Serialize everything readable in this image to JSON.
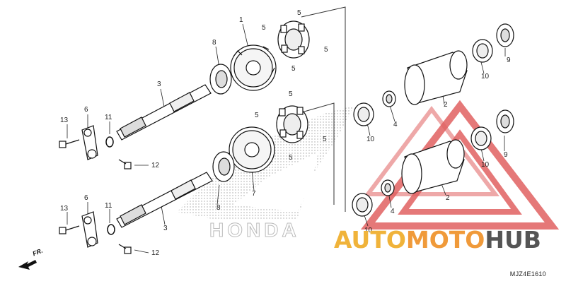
{
  "diagram": {
    "code": "MJZ4E1610",
    "direction_label": "FR.",
    "watermark_text": "HONDA",
    "brand": {
      "part1": "AUTO",
      "part2": "MOTO",
      "part3": "HUB"
    },
    "callouts": [
      {
        "id": "c1",
        "text": "1"
      },
      {
        "id": "c5a",
        "text": "5"
      },
      {
        "id": "c5b",
        "text": "5"
      },
      {
        "id": "c5c",
        "text": "5"
      },
      {
        "id": "c5d",
        "text": "5"
      },
      {
        "id": "c8a",
        "text": "8"
      },
      {
        "id": "c3a",
        "text": "3"
      },
      {
        "id": "c6a",
        "text": "6"
      },
      {
        "id": "c11a",
        "text": "11"
      },
      {
        "id": "c13a",
        "text": "13"
      },
      {
        "id": "c12a",
        "text": "12"
      },
      {
        "id": "c5e",
        "text": "5"
      },
      {
        "id": "c5f",
        "text": "5"
      },
      {
        "id": "c5g",
        "text": "5"
      },
      {
        "id": "c5h",
        "text": "5"
      },
      {
        "id": "c7",
        "text": "7"
      },
      {
        "id": "c8b",
        "text": "8"
      },
      {
        "id": "c3b",
        "text": "3"
      },
      {
        "id": "c6b",
        "text": "6"
      },
      {
        "id": "c11b",
        "text": "11"
      },
      {
        "id": "c13b",
        "text": "13"
      },
      {
        "id": "c12b",
        "text": "12"
      },
      {
        "id": "c9a",
        "text": "9"
      },
      {
        "id": "c10a",
        "text": "10"
      },
      {
        "id": "c2a",
        "text": "2"
      },
      {
        "id": "c10b",
        "text": "10"
      },
      {
        "id": "c4a",
        "text": "4"
      },
      {
        "id": "c9b",
        "text": "9"
      },
      {
        "id": "c10c",
        "text": "10"
      },
      {
        "id": "c2b",
        "text": "2"
      },
      {
        "id": "c4b",
        "text": "4"
      },
      {
        "id": "c10d",
        "text": "10"
      }
    ]
  }
}
